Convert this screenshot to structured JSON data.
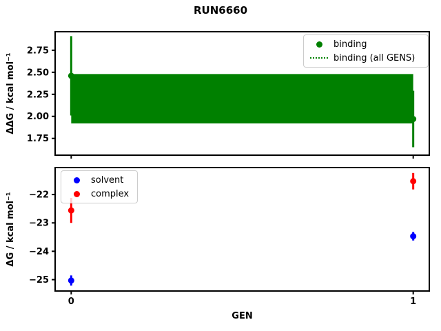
{
  "figure": {
    "title": "RUN6660",
    "background": "#ffffff"
  },
  "colors": {
    "binding": "#008000",
    "solvent": "#0000ff",
    "complex": "#ff0000",
    "axes": "#000000",
    "legend_border": "#cccccc"
  },
  "chart_data": [
    {
      "type": "scatter",
      "id": "binding-per-gen",
      "title": "",
      "xlabel": "",
      "ylabel": "ΔΔG / kcal mol⁻¹",
      "x": [
        0,
        1
      ],
      "series": [
        {
          "name": "binding",
          "color": "#008000",
          "marker": "circle",
          "y": [
            2.46,
            1.97
          ],
          "yerr": [
            0.45,
            0.32
          ]
        }
      ],
      "band": {
        "label": "binding (all GENS)",
        "color": "#008000",
        "linestyle": "dotted",
        "x_range": [
          0,
          1
        ],
        "y_low": 1.92,
        "y_high": 2.48
      },
      "xlim": [
        -0.047,
        1.047
      ],
      "ylim": [
        1.56,
        2.96
      ],
      "yticks": [
        1.75,
        2.0,
        2.25,
        2.5,
        2.75
      ],
      "ytick_labels": [
        "1.75",
        "2.00",
        "2.25",
        "2.50",
        "2.75"
      ],
      "xticks": [
        0,
        1
      ],
      "xtick_labels": [
        "",
        ""
      ],
      "grid": false,
      "legend": {
        "position": "upper right",
        "entries": [
          "binding",
          "binding (all GENS)"
        ]
      }
    },
    {
      "type": "scatter",
      "id": "dg-per-gen",
      "title": "",
      "xlabel": "GEN",
      "ylabel": "ΔG / kcal mol⁻¹",
      "x": [
        0,
        1
      ],
      "series": [
        {
          "name": "solvent",
          "color": "#0000ff",
          "marker": "circle",
          "y": [
            -25.03,
            -23.47
          ],
          "yerr": [
            0.18,
            0.15
          ]
        },
        {
          "name": "complex",
          "color": "#ff0000",
          "marker": "circle",
          "y": [
            -22.56,
            -21.53
          ],
          "yerr": [
            0.44,
            0.29
          ]
        }
      ],
      "xlim": [
        -0.047,
        1.047
      ],
      "ylim": [
        -25.4,
        -21.05
      ],
      "yticks": [
        -22,
        -23,
        -24,
        -25
      ],
      "ytick_labels": [
        "−22",
        "−23",
        "−24",
        "−25"
      ],
      "xticks": [
        0,
        1
      ],
      "xtick_labels": [
        "0",
        "1"
      ],
      "grid": false,
      "legend": {
        "position": "upper left",
        "entries": [
          "solvent",
          "complex"
        ]
      }
    }
  ]
}
